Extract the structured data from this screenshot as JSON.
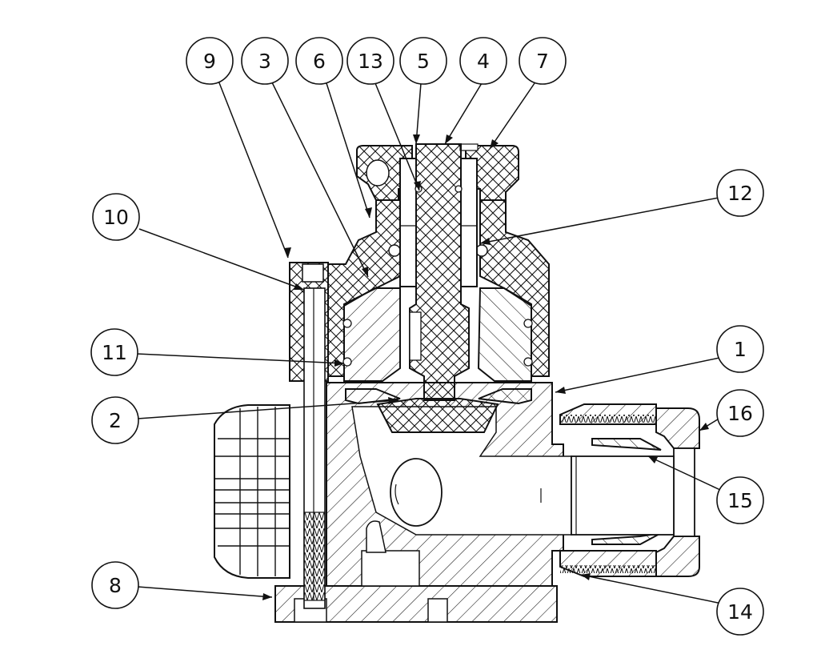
{
  "drawing": {
    "part_balloons": [
      "1",
      "2",
      "3",
      "4",
      "5",
      "6",
      "7",
      "8",
      "9",
      "10",
      "11",
      "12",
      "13",
      "14",
      "15",
      "16"
    ],
    "colors": {
      "line": "#111111",
      "background": "#ffffff"
    }
  }
}
